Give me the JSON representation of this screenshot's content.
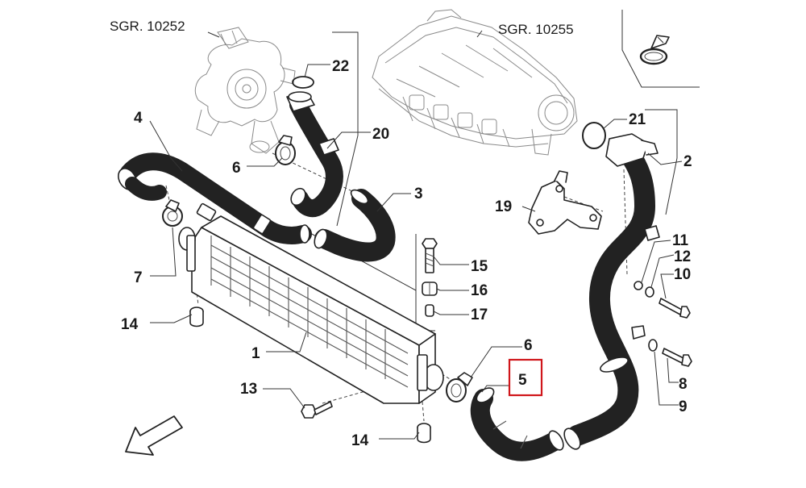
{
  "diagram": {
    "title": "Intercooler and charge air hoses – exploded parts diagram",
    "refs": {
      "turbo": "SGR. 10252",
      "manifold": "SGR. 10255"
    },
    "parts": [
      {
        "id": "1"
      },
      {
        "id": "2"
      },
      {
        "id": "3"
      },
      {
        "id": "4"
      },
      {
        "id": "5",
        "highlighted": true
      },
      {
        "id": "6"
      },
      {
        "id": "6b",
        "label": "6"
      },
      {
        "id": "7"
      },
      {
        "id": "8"
      },
      {
        "id": "9"
      },
      {
        "id": "10"
      },
      {
        "id": "11"
      },
      {
        "id": "12"
      },
      {
        "id": "13"
      },
      {
        "id": "14"
      },
      {
        "id": "14b",
        "label": "14"
      },
      {
        "id": "15"
      },
      {
        "id": "16"
      },
      {
        "id": "17"
      },
      {
        "id": "19"
      },
      {
        "id": "20"
      },
      {
        "id": "21"
      },
      {
        "id": "22"
      }
    ],
    "labels": {
      "p1": "1",
      "p2": "2",
      "p3": "3",
      "p4": "4",
      "p5": "5",
      "p6a": "6",
      "p6b": "6",
      "p7": "7",
      "p8": "8",
      "p9": "9",
      "p10": "10",
      "p11": "11",
      "p12": "12",
      "p13": "13",
      "p14a": "14",
      "p14b": "14",
      "p15": "15",
      "p16": "16",
      "p17": "17",
      "p19": "19",
      "p20": "20",
      "p21": "21",
      "p22": "22"
    },
    "highlight_color": "#d0161b",
    "line_color": "#222222",
    "icons": [
      "hose-clamp-icon",
      "direction-arrow-icon"
    ]
  }
}
